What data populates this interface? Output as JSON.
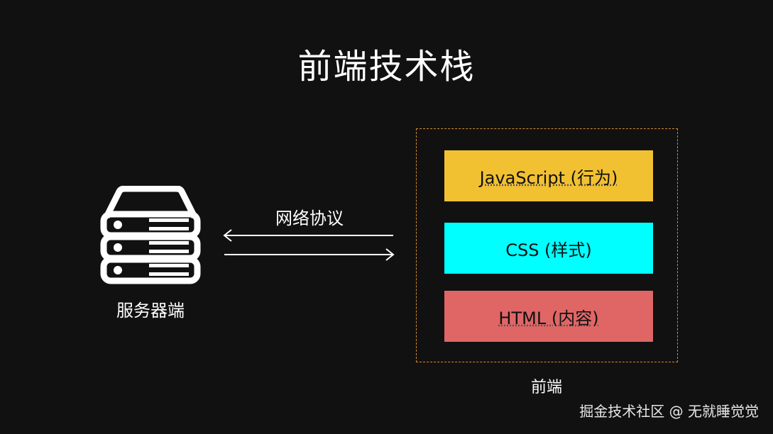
{
  "title": "前端技术栈",
  "server": {
    "label": "服务器端",
    "icon": "server-icon"
  },
  "protocol": {
    "label": "网络协议"
  },
  "frontend": {
    "label": "前端",
    "border_color": "#d98a30",
    "layers": [
      {
        "label": "JavaScript (行为)",
        "color": "#f2c131"
      },
      {
        "label": "CSS (样式)",
        "color": "#00ffff"
      },
      {
        "label": "HTML (内容)",
        "color": "#e06666"
      }
    ]
  },
  "watermark": "掘金技术社区 @ 无就睡觉觉"
}
